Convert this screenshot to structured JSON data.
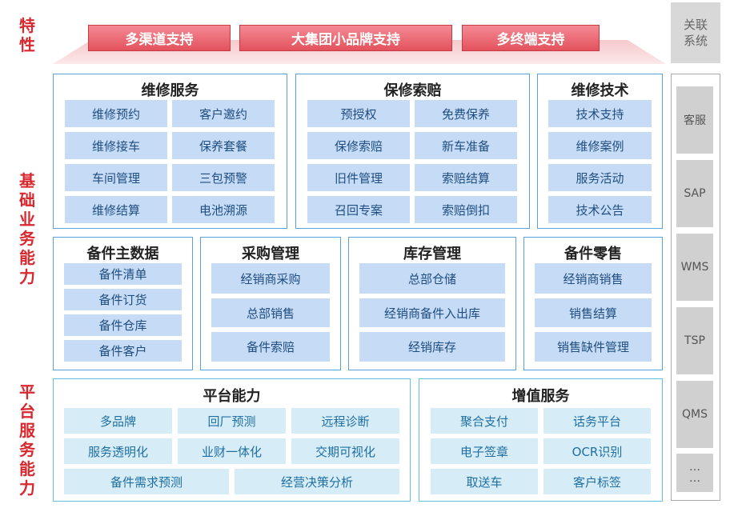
{
  "side_labels": {
    "features": "特性",
    "base": "基础业务能力",
    "platform": "平台服务能力"
  },
  "features": [
    "多渠道支持",
    "大集团小品牌支持",
    "多终端支持"
  ],
  "colors": {
    "accent": "#d9272e",
    "tile": "#c6dcf6",
    "tile_light": "#d6ecf7",
    "border": "#5aa2dc"
  },
  "row1": {
    "repair_service": {
      "title": "维修服务",
      "items": [
        "维修预约",
        "客户邀约",
        "维修接车",
        "保养套餐",
        "车间管理",
        "三包预警",
        "维修结算",
        "电池溯源"
      ]
    },
    "warranty": {
      "title": "保修索赔",
      "items": [
        "预授权",
        "免费保养",
        "保修索赔",
        "新车准备",
        "旧件管理",
        "索赔结算",
        "召回专案",
        "索赔倒扣"
      ]
    },
    "tech": {
      "title": "维修技术",
      "items": [
        "技术支持",
        "维修案例",
        "服务活动",
        "技术公告"
      ]
    }
  },
  "row2": {
    "parts_master": {
      "title": "备件主数据",
      "items": [
        "备件清单",
        "备件订货",
        "备件仓库",
        "备件客户"
      ]
    },
    "purchase": {
      "title": "采购管理",
      "items": [
        "经销商采购",
        "总部销售",
        "备件索赔"
      ]
    },
    "inventory": {
      "title": "库存管理",
      "items": [
        "总部仓储",
        "经销商备件入出库",
        "经销库存"
      ]
    },
    "parts_retail": {
      "title": "备件零售",
      "items": [
        "经销商销售",
        "销售结算",
        "销售缺件管理"
      ]
    }
  },
  "row3": {
    "platform": {
      "title": "平台能力",
      "items": [
        "多品牌",
        "回厂预测",
        "远程诊断",
        "服务透明化",
        "业财一体化",
        "交期可视化",
        "备件需求预测",
        "经营决策分析"
      ]
    },
    "value_added": {
      "title": "增值服务",
      "items": [
        "聚合支付",
        "话务平台",
        "电子签章",
        "OCR识别",
        "取送车",
        "客户标签"
      ]
    }
  },
  "systems": {
    "title_line1": "关联",
    "title_line2": "系统",
    "items": [
      "客服",
      "SAP",
      "WMS",
      "TSP",
      "QMS",
      "…\n…"
    ]
  }
}
